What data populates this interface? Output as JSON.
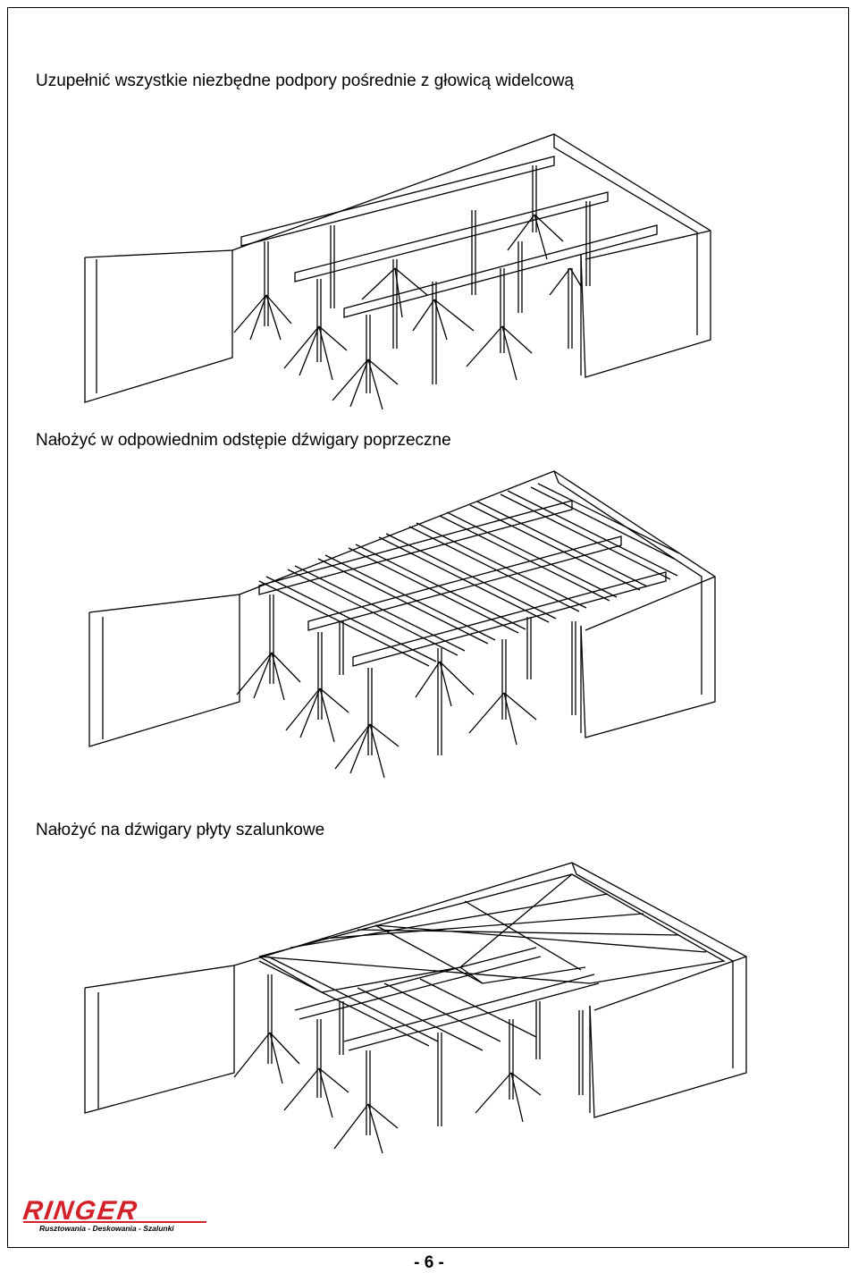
{
  "steps": [
    {
      "caption": "Uzupełnić wszystkie niezbędne podpory pośrednie z głowicą widelcową"
    },
    {
      "caption": "Nałożyć w odpowiednim odstępie dźwigary poprzeczne"
    },
    {
      "caption": "Nałożyć na dźwigary płyty szalunkowe"
    }
  ],
  "logo": {
    "brand": "RINGER",
    "tagline": "Rusztowania - Deskowania - Szalunki",
    "brand_color": "#d2232a"
  },
  "page_number": "- 6 -"
}
